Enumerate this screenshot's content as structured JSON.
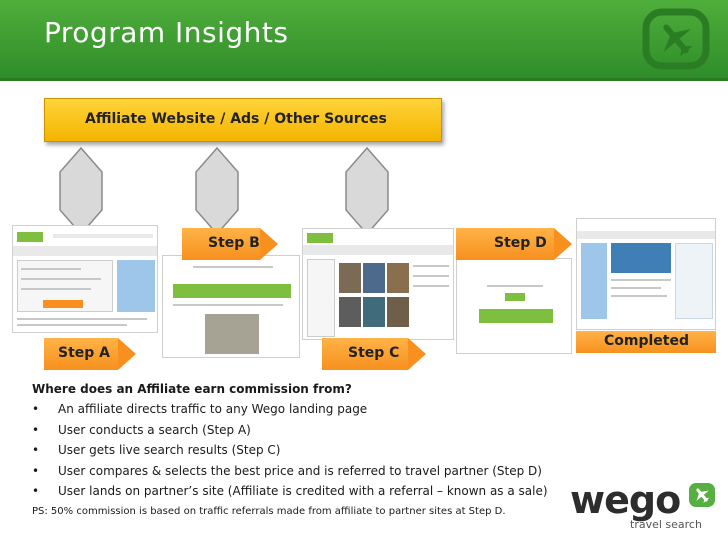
{
  "header": {
    "title": "Program Insights"
  },
  "banner": {
    "label": "Affiliate Website / Ads / Other Sources"
  },
  "steps": [
    {
      "label": "Step A"
    },
    {
      "label": "Step B"
    },
    {
      "label": "Step C"
    },
    {
      "label": "Step D"
    }
  ],
  "completed": {
    "label": "Completed"
  },
  "content": {
    "question": "Where does an Affiliate earn commission from?",
    "bullet_glyph": "•",
    "bullets": [
      "An affiliate directs traffic to any Wego landing page",
      "User conducts a search (Step A)",
      "User gets live search results (Step C)",
      "User compares & selects the best price and is referred to travel partner (Step D)",
      "User lands on partner’s site (Affiliate is credited with a referral – known as a sale)"
    ],
    "ps": "PS: 50% commission is based on traffic referrals made from affiliate to partner sites at Step D."
  },
  "logo": {
    "word": "wego",
    "sub": "travel search"
  },
  "icons": {
    "header_logo": "plane-tile-icon",
    "connector": "diamond-icon",
    "logo_badge": "plane-badge-icon"
  },
  "colors": {
    "header_green": "#3c9d31",
    "banner_yellow": "#f8c21a",
    "arrow_orange": "#f7901e"
  }
}
